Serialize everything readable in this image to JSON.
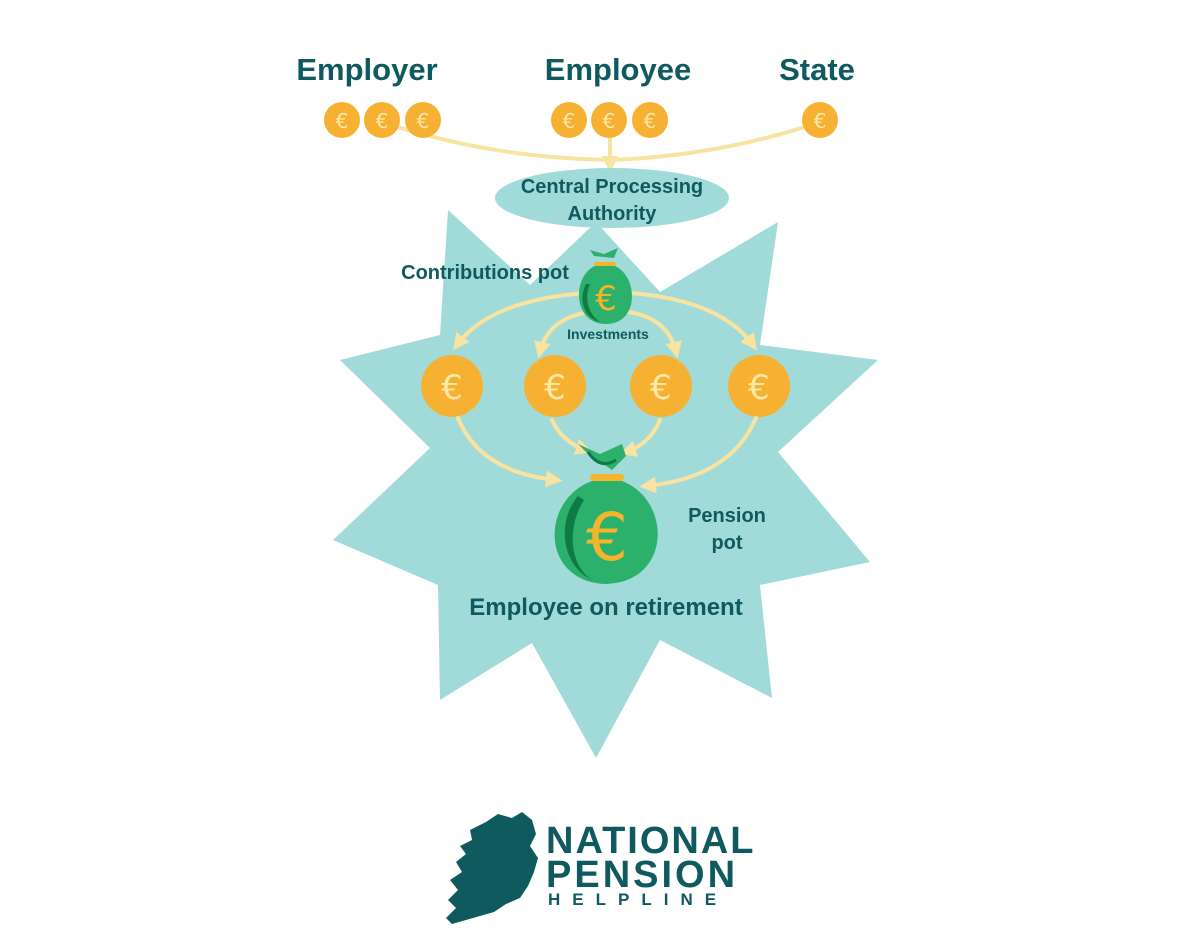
{
  "sources": {
    "employer": "Employer",
    "employee": "Employee",
    "state": "State"
  },
  "cpa_label": [
    "Central Processing",
    "Authority"
  ],
  "contributions_pot_label": "Contributions pot",
  "investments_label": "Investments",
  "pension_pot_label": [
    "Pension",
    "pot"
  ],
  "retirement_label": "Employee on retirement",
  "currency_symbol": "€",
  "logo": {
    "line1": "NATIONAL",
    "line2": "PENSION",
    "line3": "HELPLINE"
  },
  "colors": {
    "teal_text": "#0f5a5e",
    "star": "#a0dbd9",
    "coin": "#f7b132",
    "coin_symbol": "#fde9a8",
    "arrow": "#f9e3a0",
    "bag_green": "#2bb16c",
    "bag_dark": "#107a45",
    "bag_symbol": "#f5b52a",
    "map": "#0f5a5e"
  }
}
